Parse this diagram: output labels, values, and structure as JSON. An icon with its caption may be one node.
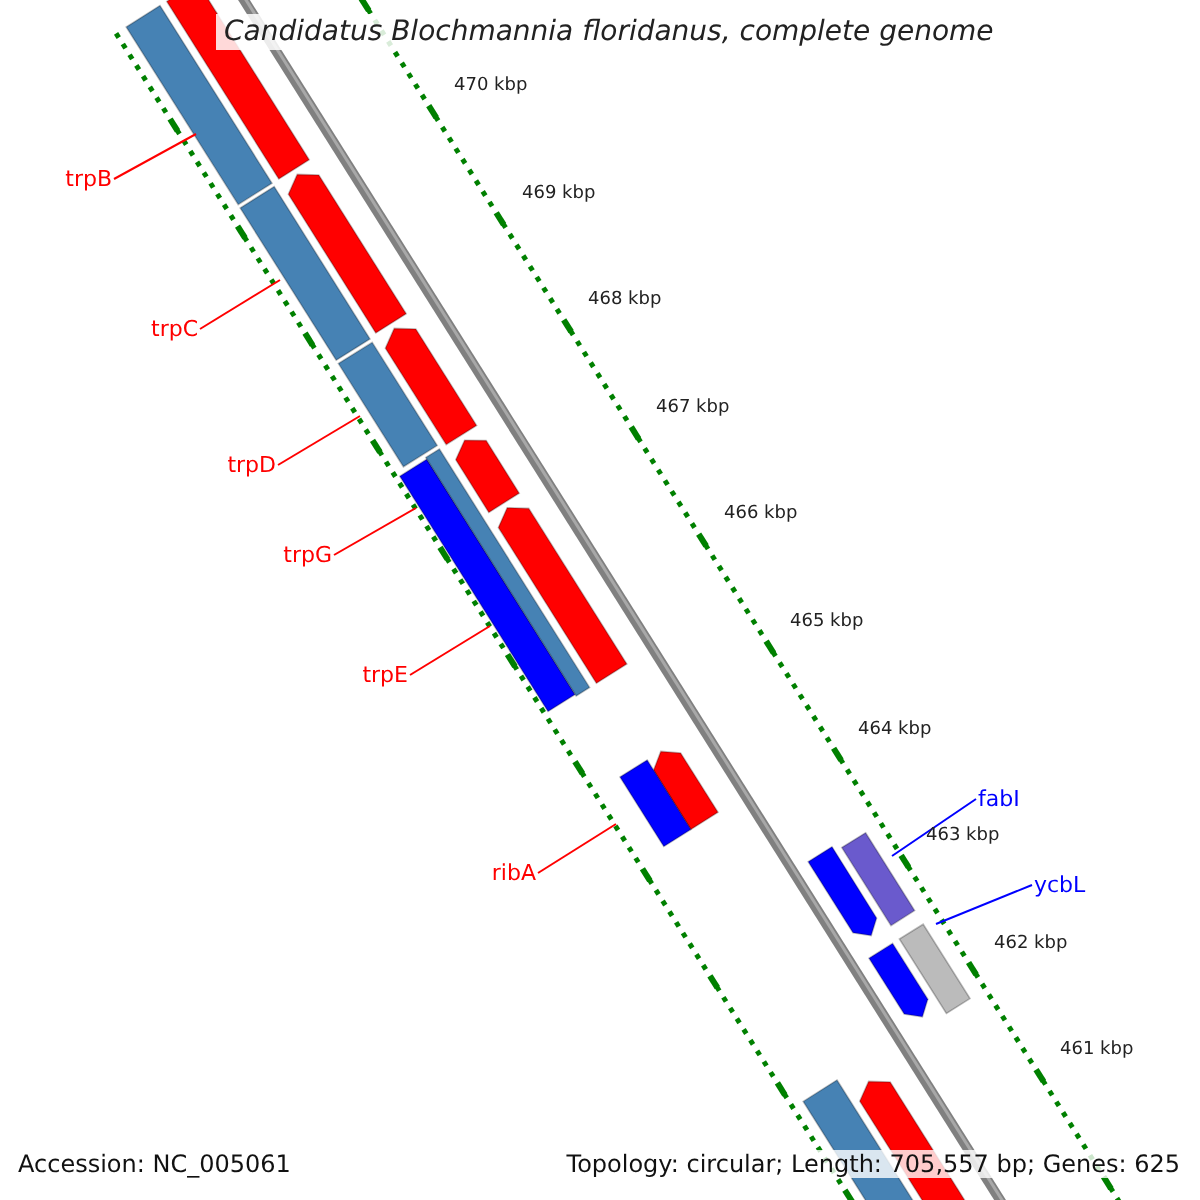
{
  "diagram": {
    "title": "Candidatus Blochmannia floridanus, complete genome",
    "nodes": [
      {
        "text": [
          "trpB"
        ]
      },
      {
        "text": [
          "trpC"
        ]
      },
      {
        "text": [
          "trpD"
        ]
      },
      {
        "text": [
          "trpG"
        ]
      },
      {
        "text": [
          "trpE"
        ]
      },
      {
        "text": [
          "ribA"
        ]
      },
      {
        "text": [
          "fabI"
        ]
      },
      {
        "text": [
          "ycbL"
        ]
      }
    ],
    "edges": [
      {
        "from": 0,
        "to": null,
        "arrow": "none"
      },
      {
        "from": 1,
        "to": null,
        "arrow": "none"
      },
      {
        "from": 2,
        "to": null,
        "arrow": "none"
      },
      {
        "from": 3,
        "to": null,
        "arrow": "none"
      },
      {
        "from": 4,
        "to": null,
        "arrow": "none"
      },
      {
        "from": 5,
        "to": null,
        "arrow": "none"
      },
      {
        "from": 6,
        "to": null,
        "arrow": "none",
        "color": "#0000ff"
      },
      {
        "from": 7,
        "to": null,
        "arrow": "none",
        "color": "#0000ff"
      }
    ],
    "labels": [
      "470 kbp",
      "469 kbp",
      "468 kbp",
      "467 kbp",
      "466 kbp",
      "465 kbp",
      "464 kbp",
      "463 kbp",
      "462 kbp",
      "461 kbp",
      "Accession: NC_005061",
      "Topology: circular; Length: 705,557 bp; Genes: 625"
    ]
  }
}
